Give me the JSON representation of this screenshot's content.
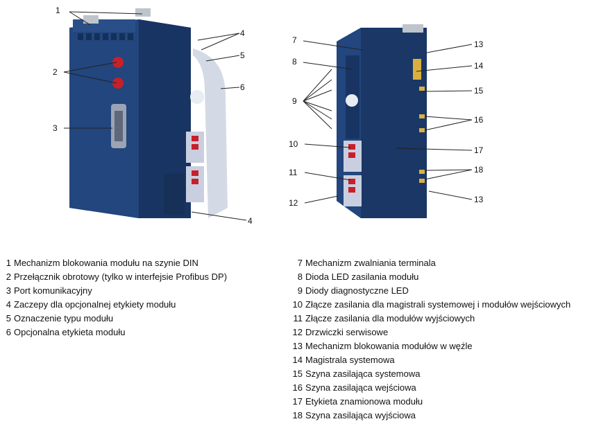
{
  "callouts_left": [
    "1",
    "2",
    "3",
    "4",
    "5",
    "6",
    "4"
  ],
  "callouts_right": [
    "7",
    "8",
    "9",
    "10",
    "11",
    "12",
    "13",
    "14",
    "15",
    "16",
    "17",
    "18",
    "13"
  ],
  "legend_left": [
    {
      "num": "1",
      "text": "Mechanizm blokowania modułu na szynie DIN"
    },
    {
      "num": "2",
      "text": "Przełącznik obrotowy (tylko w interfejsie Profibus DP)"
    },
    {
      "num": "3",
      "text": "Port komunikacyjny"
    },
    {
      "num": "4",
      "text": "Zaczepy dla opcjonalnej etykiety modułu"
    },
    {
      "num": "5",
      "text": "Oznaczenie typu modułu"
    },
    {
      "num": "6",
      "text": "Opcjonalna etykieta modułu"
    }
  ],
  "legend_right": [
    {
      "num": "7",
      "text": "Mechanizm zwalniania terminala"
    },
    {
      "num": "8",
      "text": "Dioda LED zasilania modułu"
    },
    {
      "num": "9",
      "text": "Diody diagnostyczne LED"
    },
    {
      "num": "10",
      "text": "Złącze zasilania dla magistrali systemowej i modułów wejściowych"
    },
    {
      "num": "11",
      "text": "Złącze zasilania dla modułów wyjściowych"
    },
    {
      "num": "12",
      "text": "Drzwiczki serwisowe"
    },
    {
      "num": "13",
      "text": "Mechanizm blokowania modułów w węźle"
    },
    {
      "num": "14",
      "text": "Magistrala systemowa"
    },
    {
      "num": "15",
      "text": "Szyna zasilająca systemowa"
    },
    {
      "num": "16",
      "text": "Szyna zasilająca wejściowa"
    },
    {
      "num": "17",
      "text": "Etykieta znamionowa modułu"
    },
    {
      "num": "18",
      "text": "Szyna zasilająca wyjściowa"
    }
  ],
  "colors": {
    "module_body": "#1d3c6e",
    "module_dark": "#122a52",
    "rotary_switch": "#c8202a",
    "label_strip": "#c9cfe0"
  }
}
